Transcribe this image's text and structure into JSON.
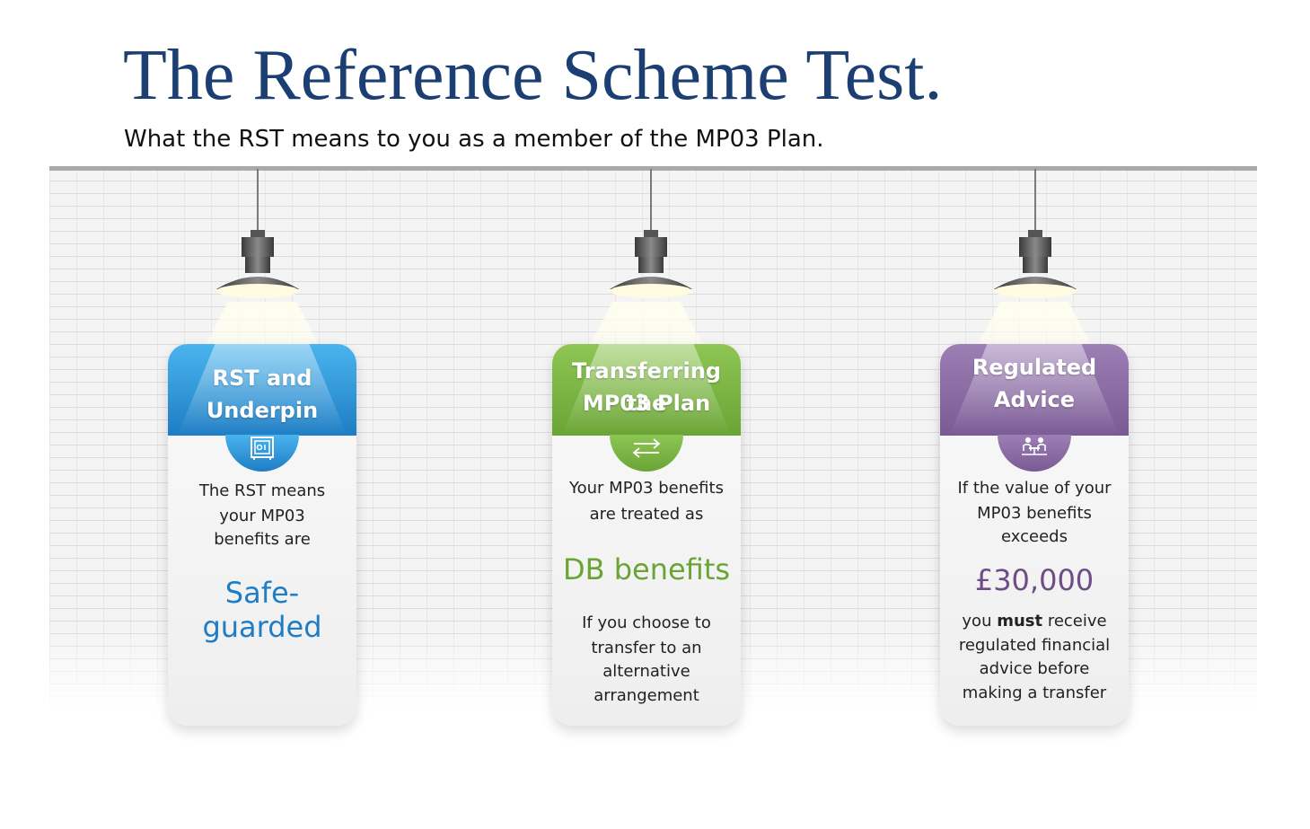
{
  "header": {
    "title": "The Reference Scheme Test.",
    "subtitle": "What the RST means to you as a member of the MP03 Plan."
  },
  "colors": {
    "title": "#1b3f73",
    "blue": "#1e7dc4",
    "green": "#6aa434",
    "purple": "#7a5a94"
  },
  "cards": [
    {
      "head": [
        "RST and",
        "Underpin"
      ],
      "icon": "safe-icon",
      "lines_top": [
        "The RST means",
        "your MP03",
        "benefits are"
      ],
      "highlight": "Safe-guarded",
      "lines_bottom": []
    },
    {
      "head": [
        "Transferring the",
        "MP03 Plan"
      ],
      "icon": "transfer-arrows-icon",
      "lines_top": [
        "Your MP03 benefits",
        "are treated as"
      ],
      "highlight": "DB benefits",
      "lines_bottom": [
        "If you choose to",
        "transfer to an",
        "alternative",
        "arrangement"
      ]
    },
    {
      "head": [
        "Regulated",
        "Advice"
      ],
      "icon": "meeting-icon",
      "lines_top": [
        "If the value of your",
        "MP03 benefits",
        "exceeds"
      ],
      "highlight": "£30,000",
      "lines_bottom_pre": "you ",
      "lines_bottom_bold": "must",
      "lines_bottom_post": " receive",
      "lines_bottom": [
        "regulated financial",
        "advice before",
        "making a transfer"
      ]
    }
  ]
}
